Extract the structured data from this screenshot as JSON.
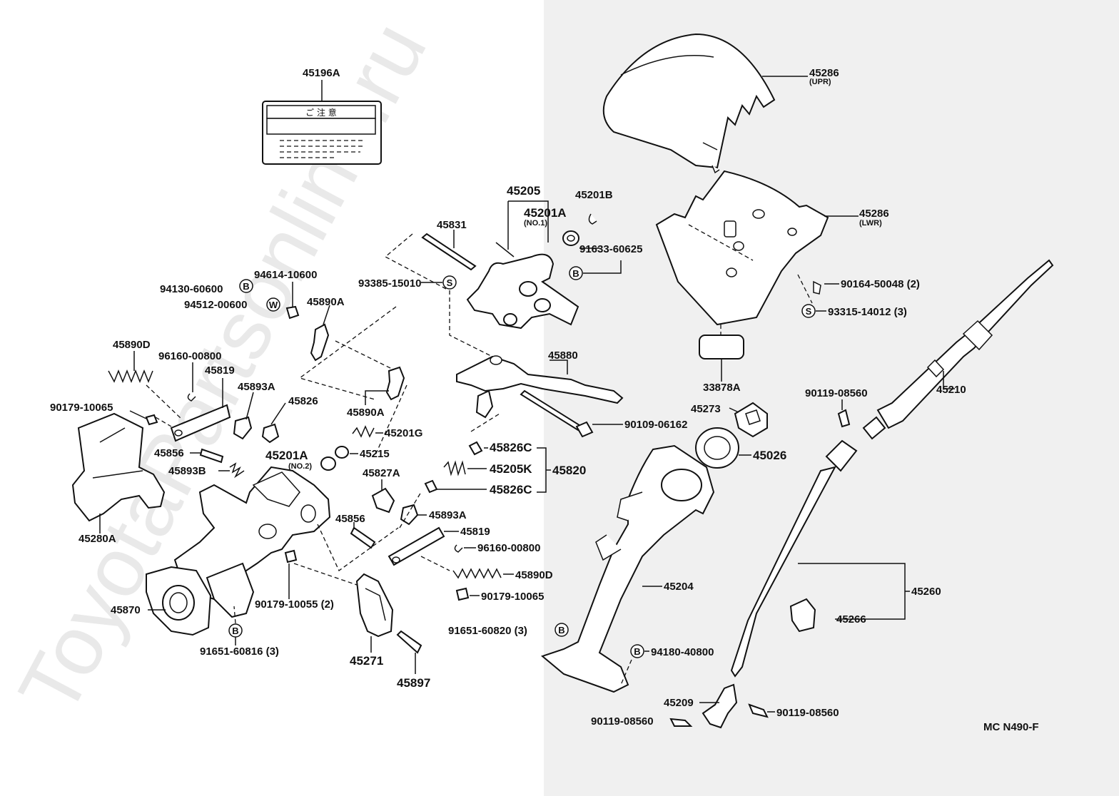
{
  "watermark": "ToyotaPartsonline.ru",
  "diagram_code": "MC  N490-F",
  "label_sticker_text": "ご 注 意",
  "parts": {
    "p45196A": "45196A",
    "p45286_upr": "45286",
    "p45286_upr_sub": "(UPR)",
    "p45286_lwr": "45286",
    "p45286_lwr_sub": "(LWR)",
    "p45205": "45205",
    "p45201B": "45201B",
    "p45201A_no1": "45201A",
    "p45201A_no1_sub": "(NO.1)",
    "p91633": "91633-60625",
    "p45831": "45831",
    "p93385": "93385-15010",
    "p94130": "94130-60600",
    "p94614": "94614-10600",
    "p94512": "94512-00600",
    "p45890A_top": "45890A",
    "p90164": "90164-50048 (2)",
    "p93315": "93315-14012 (3)",
    "p45890D_left": "45890D",
    "p96160_left": "96160-00800",
    "p45819_left": "45819",
    "p45880": "45880",
    "p33878A": "33878A",
    "p90179_left": "90179-10065",
    "p45893A_left": "45893A",
    "p45826": "45826",
    "p45890A_mid": "45890A",
    "p45201G": "45201G",
    "p90119_top": "90119-08560",
    "p45210": "45210",
    "p45273": "45273",
    "p90109": "90109-06162",
    "p45856_left": "45856",
    "p45215": "45215",
    "p45201A_no2": "45201A",
    "p45201A_no2_sub": "(NO.2)",
    "p45826C_top": "45826C",
    "p45026": "45026",
    "p45893B": "45893B",
    "p45205K": "45205K",
    "p45820": "45820",
    "p45827A": "45827A",
    "p45826C_bot": "45826C",
    "p45280A": "45280A",
    "p45856_mid": "45856",
    "p45893A_mid": "45893A",
    "p45819_mid": "45819",
    "p96160_mid": "96160-00800",
    "p45890D_mid": "45890D",
    "p90179_mid": "90179-10065",
    "p45204": "45204",
    "p45260": "45260",
    "p45870": "45870",
    "p90179_10055": "90179-10055 (2)",
    "p45266": "45266",
    "p91651_820": "91651-60820 (3)",
    "p91651_816": "91651-60816 (3)",
    "p45271": "45271",
    "p94180": "94180-40800",
    "p45897": "45897",
    "p45209": "45209",
    "p90119_bot_l": "90119-08560",
    "p90119_bot_r": "90119-08560"
  },
  "symbols": {
    "bolt": "B",
    "screw": "S",
    "washer": "W"
  }
}
